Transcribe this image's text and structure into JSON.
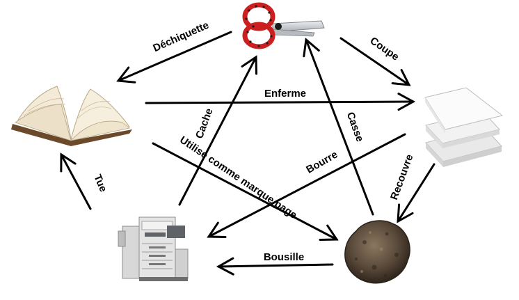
{
  "nodes": [
    {
      "id": "scissors",
      "icon": "scissors-icon"
    },
    {
      "id": "paper",
      "icon": "paper-stack-icon"
    },
    {
      "id": "rock",
      "icon": "rock-icon"
    },
    {
      "id": "printer",
      "icon": "printer-icon"
    },
    {
      "id": "book",
      "icon": "book-icon"
    }
  ],
  "edges": [
    {
      "name": "scissors-to-paper",
      "from": "scissors",
      "to": "paper",
      "label": "Coupe"
    },
    {
      "name": "paper-to-rock",
      "from": "paper",
      "to": "rock",
      "label": "Recouvre"
    },
    {
      "name": "rock-to-printer",
      "from": "rock",
      "to": "printer",
      "label": "Bousille"
    },
    {
      "name": "printer-to-book",
      "from": "printer",
      "to": "book",
      "label": "Tue"
    },
    {
      "name": "scissors-to-book",
      "from": "scissors",
      "to": "book",
      "label": "Déchiquette"
    },
    {
      "name": "book-to-paper",
      "from": "book",
      "to": "paper",
      "label": "Enferme"
    },
    {
      "name": "book-to-rock",
      "from": "book",
      "to": "rock",
      "label": "Utilise comme marque page"
    },
    {
      "name": "paper-to-printer",
      "from": "paper",
      "to": "printer",
      "label": "Bourre"
    },
    {
      "name": "rock-to-scissors",
      "from": "rock",
      "to": "scissors",
      "label": "Casse"
    },
    {
      "name": "printer-to-scissors",
      "from": "printer",
      "to": "scissors",
      "label": "Cache"
    }
  ],
  "colors": {
    "arrow": "#000000",
    "scissors_handle": "#cc1f1f",
    "scissors_dots": "#1a1a1a",
    "blade": "#c9ccd1",
    "rock": "#5a4a3a",
    "paper": "#f2f2f2",
    "printer_body": "#e4e4e4",
    "printer_dark": "#5f6266",
    "book_pages": "#f3ead7",
    "book_cover": "#6b4a2b"
  }
}
